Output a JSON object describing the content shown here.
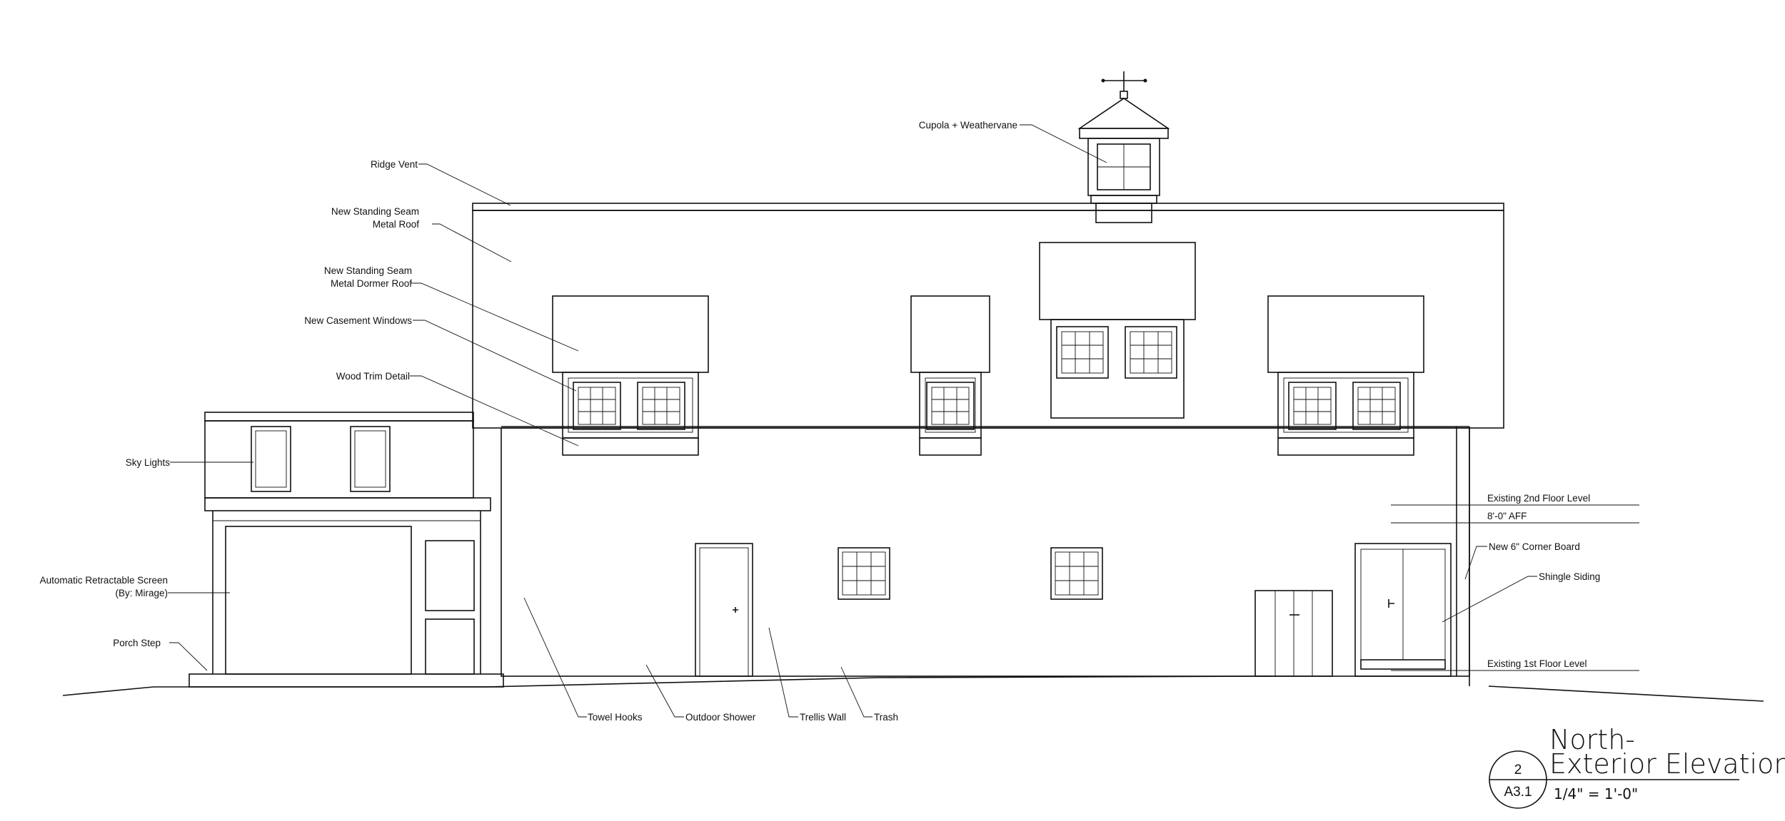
{
  "title_block": {
    "title_line1": "North-",
    "title_line2": "Exterior Elevation",
    "scale": "1/4\" = 1'-0\"",
    "detail_number": "2",
    "sheet_number": "A3.1"
  },
  "callouts": {
    "cupola": "Cupola + Weathervane",
    "ridge_vent": "Ridge Vent",
    "roof_l1": "New Standing Seam",
    "roof_l2": "Metal Roof",
    "dormer_roof_l1": "New Standing Seam",
    "dormer_roof_l2": "Metal Dormer Roof",
    "casement": "New Casement Windows",
    "trim": "Wood Trim Detail",
    "sky_lights": "Sky Lights",
    "screen_l1": "Automatic Retractable Screen",
    "screen_l2": "(By: Mirage)",
    "porch_step": "Porch Step",
    "second_floor": "Existing 2nd Floor Level",
    "aff": "8'-0\" AFF",
    "corner_board": "New 6\" Corner Board",
    "shingle": "Shingle Siding",
    "first_floor": "Existing 1st Floor Level",
    "towel_hooks": "Towel Hooks",
    "outdoor_shower": "Outdoor Shower",
    "trellis": "Trellis Wall",
    "trash": "Trash"
  }
}
